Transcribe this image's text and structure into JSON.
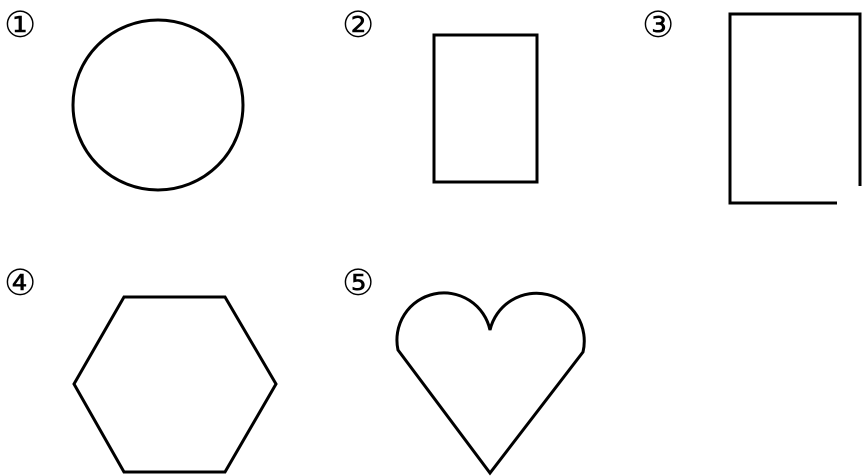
{
  "figures": [
    {
      "label": "①",
      "shape": "circle"
    },
    {
      "label": "②",
      "shape": "rectangle"
    },
    {
      "label": "③",
      "shape": "open-rectangle"
    },
    {
      "label": "④",
      "shape": "hexagon"
    },
    {
      "label": "⑤",
      "shape": "heart"
    }
  ],
  "colors": {
    "stroke": "#000000",
    "background": "#ffffff"
  }
}
